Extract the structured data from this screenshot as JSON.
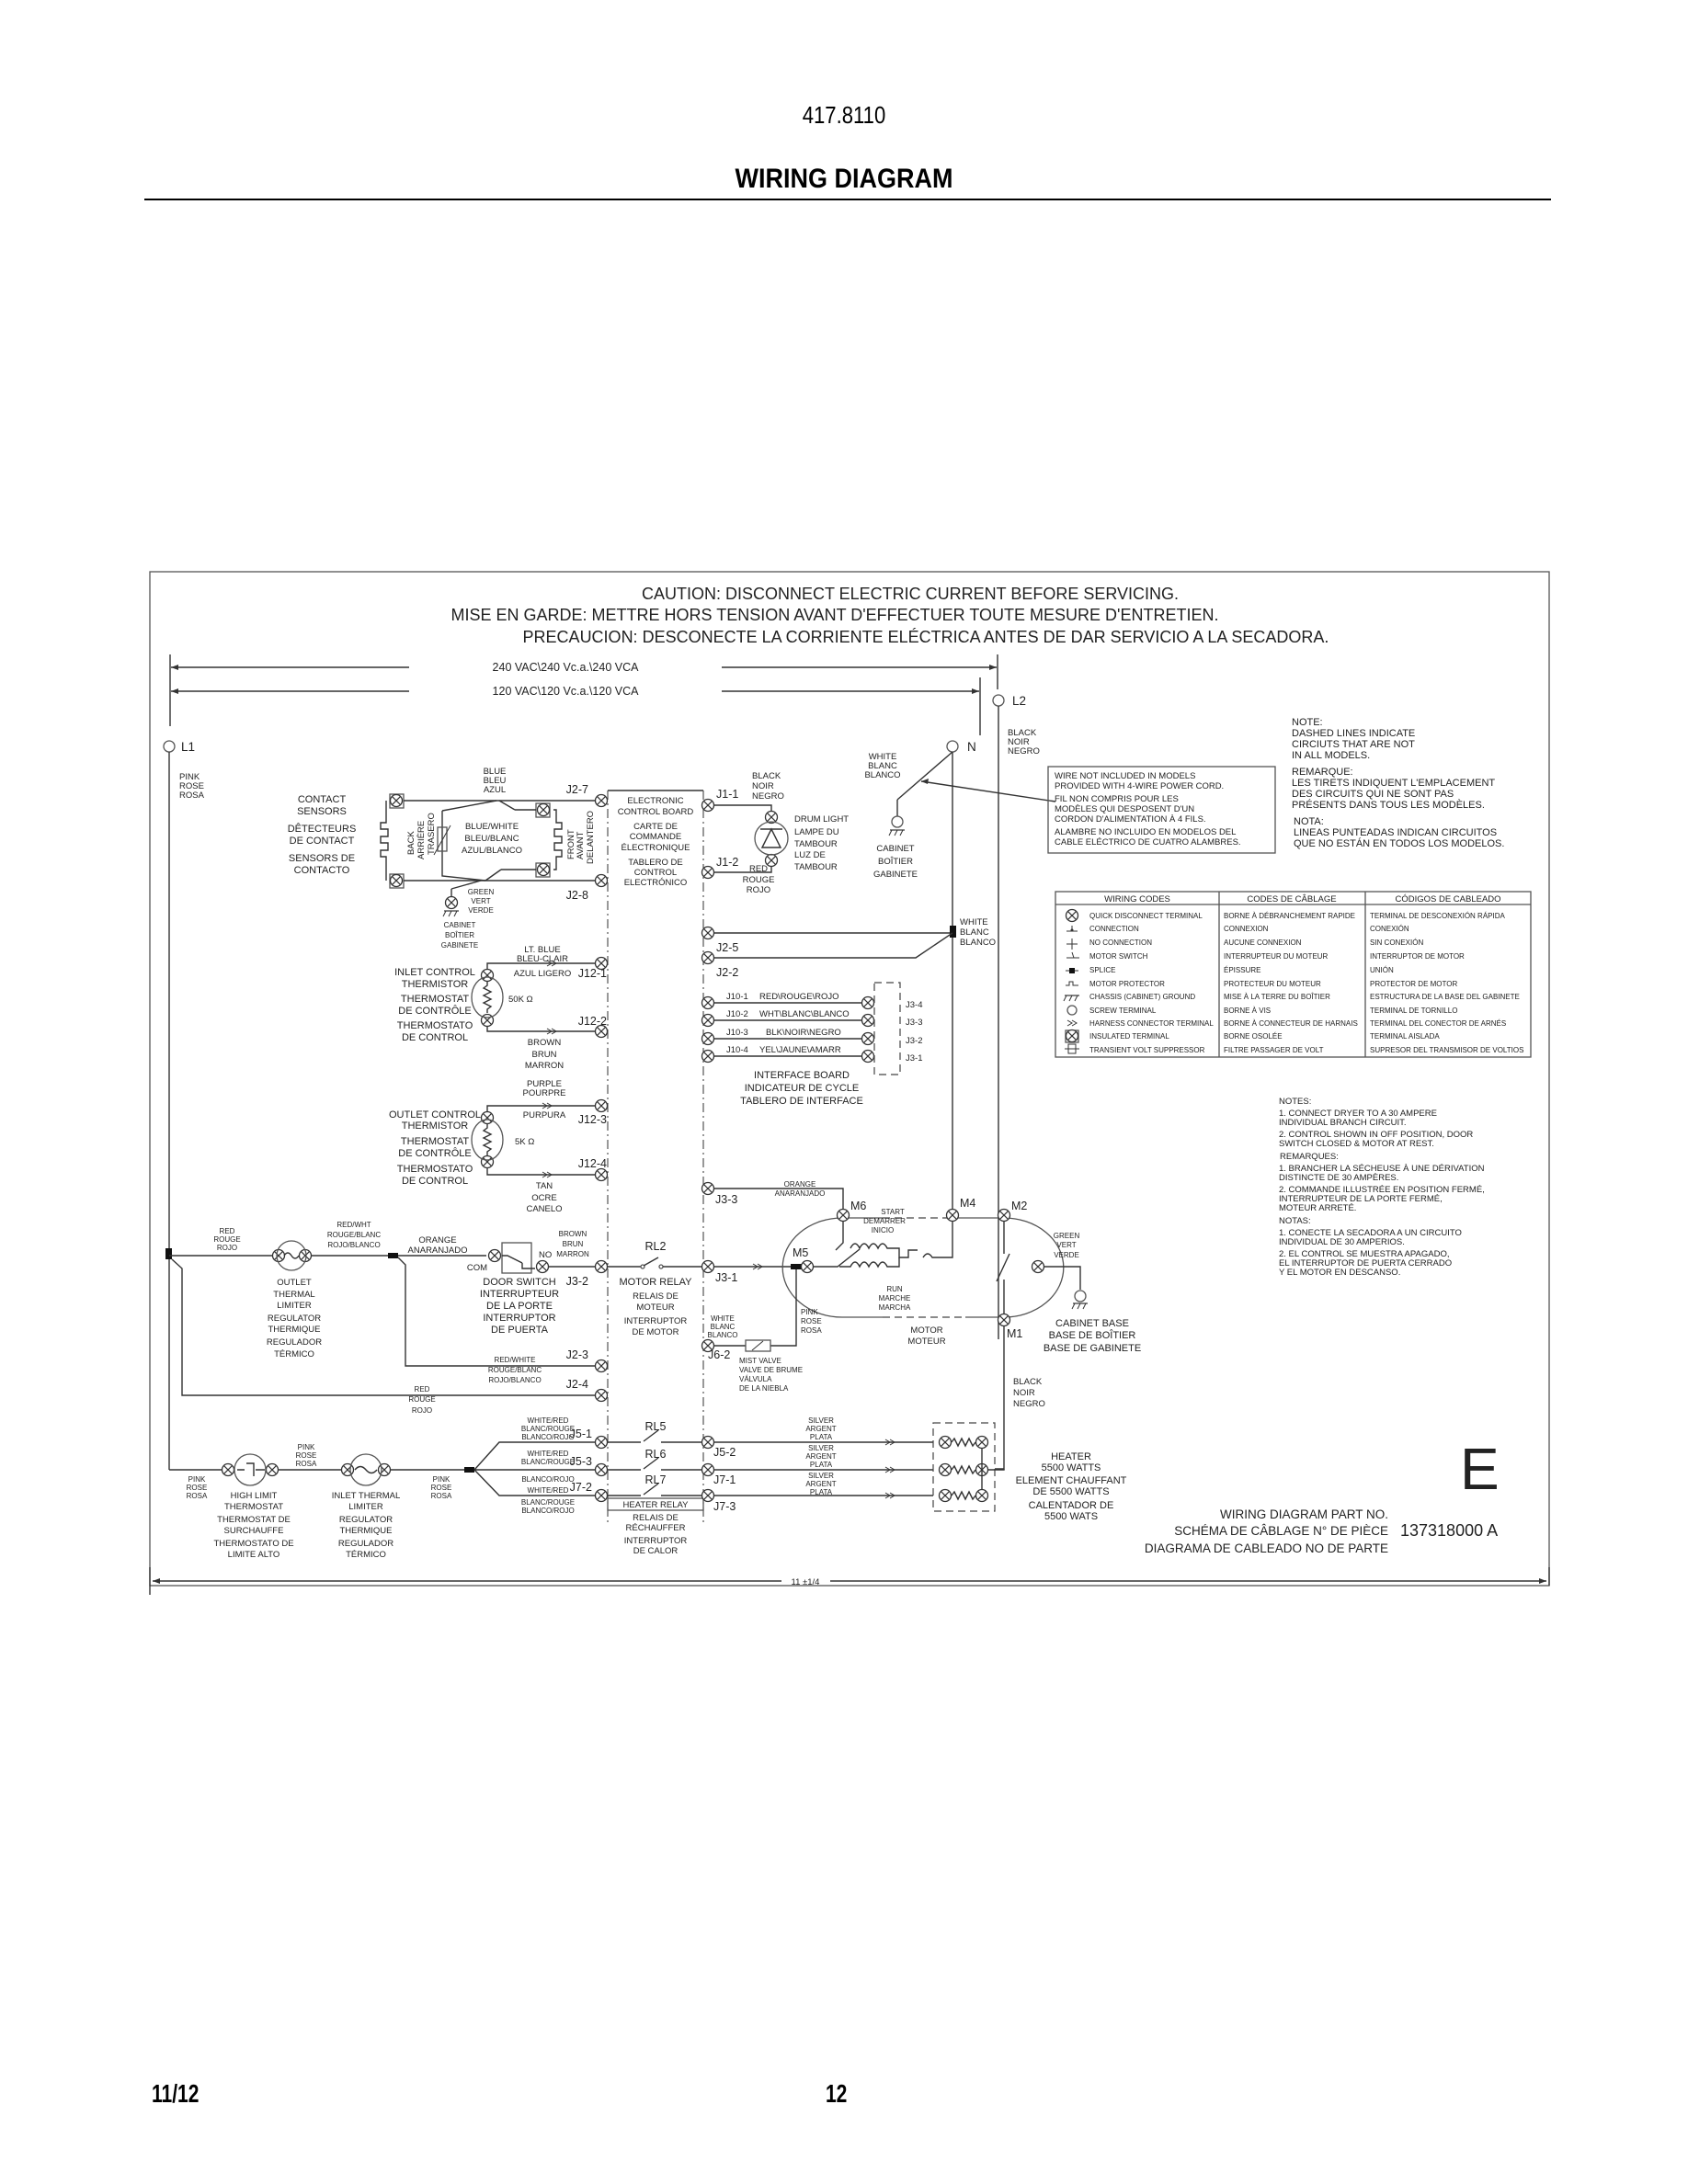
{
  "header": {
    "model_number": "417.8110",
    "title": "WIRING DIAGRAM"
  },
  "footer": {
    "date": "11/12",
    "page_number": "12"
  },
  "caution": {
    "en": "CAUTION:  DISCONNECT ELECTRIC CURRENT BEFORE SERVICING.",
    "fr": "MISE  EN  GARDE:  METTRE  HORS  TENSION  AVANT  D'EFFECTUER  TOUTE  MESURE  D'ENTRETIEN.",
    "es": "PRECAUCION:  DESCONECTE  LA  CORRIENTE  ELÉCTRICA  ANTES  DE  DAR  SERVICIO  A  LA  SECADORA."
  },
  "dimensions": {
    "v240": "240  VAC\\240  Vc.a.\\240  VCA",
    "v120": "120  VAC\\120  Vc.a.\\120  VCA",
    "width": "11  ±1/4"
  },
  "lines": {
    "l1": "L1",
    "l2": "L2",
    "n": "N",
    "l1_color": [
      "PINK",
      "ROSE",
      "ROSA"
    ],
    "l2_color": [
      "BLACK",
      "NOIR",
      "NEGRO"
    ],
    "n_color": [
      "WHITE",
      "BLANC",
      "BLANCO"
    ]
  },
  "contact_sensors": {
    "label": [
      "CONTACT",
      "SENSORS",
      "DÊTECTEURS",
      "DE  CONTACT",
      "SENSORS  DE",
      "CONTACTO"
    ],
    "back": [
      "BACK",
      "ARRIÈRE",
      "TRASERO"
    ],
    "front": [
      "FRONT",
      "AVANT",
      "DELANTERO"
    ],
    "blue": [
      "BLUE",
      "BLEU",
      "AZUL"
    ],
    "blue_white": [
      "BLUE/WHITE",
      "BLEU/BLANC",
      "AZUL/BLANCO"
    ],
    "green": [
      "GREEN",
      "VERT",
      "VERDE"
    ],
    "cabinet": [
      "CABINET",
      "BOÎTIER",
      "GABINETE"
    ],
    "j_top": "J2-7",
    "j_bottom": "J2-8"
  },
  "control_board": {
    "label": [
      "ELECTRONIC",
      "CONTROL  BOARD",
      "CARTE  DE",
      "COMMANDE",
      "ÉLECTRONIQUE",
      "TABLERO  DE",
      "CONTROL",
      "ELECTRÓNICO"
    ]
  },
  "drum_light": {
    "label": [
      "DRUM  LIGHT",
      "LAMPE  DU",
      "TAMBOUR",
      "LUZ  DE",
      "TAMBOUR"
    ],
    "top_wire": [
      "BLACK",
      "NOIR",
      "NEGRO"
    ],
    "bottom_wire": [
      "RED",
      "ROUGE",
      "ROJO"
    ],
    "j_top": "J1-1",
    "j_bottom": "J1-2"
  },
  "neutral_ground": {
    "cabinet": [
      "CABINET",
      "BOÎTIER",
      "GABINETE"
    ],
    "splice_color": [
      "WHITE",
      "BLANC",
      "BLANCO"
    ],
    "j25": "J2-5",
    "j22": "J2-2"
  },
  "wire_note_box": [
    "WIRE  NOT  INCLUDED  IN  MODELS",
    "PROVIDED  WITH  4-WIRE  POWER  CORD.",
    "FIL  NON  COMPRIS  POUR  LES",
    "MODÈLES  QUI  DESPOSENT  D'UN",
    "CORDON  D'ALIMENTATION  À  4  FILS.",
    "ALAMBRE  NO  INCLUIDO  EN  MODELOS  DEL",
    "CABLE  ELÉCTRICO  DE  CUATRO  ALAMBRES."
  ],
  "dashed_note": [
    "NOTE:",
    "DASHED  LINES  INDICATE",
    "CIRCIUTS  THAT  ARE  NOT",
    "IN  ALL  MODELS.",
    "REMARQUE:",
    "LES  TIRETS  INDIQUENT  L'EMPLACEMENT",
    "DES  CIRCUITS  QUI  NE  SONT  PAS",
    "PRÉSENTS  DANS  TOUS  LES  MODÈLES.",
    "NOTA:",
    "LINEAS  PUNTEADAS  INDICAN  CIRCUITOS",
    "QUE  NO  ESTÁN  EN  TODOS  LOS  MODELOS."
  ],
  "wiring_codes": {
    "headers": [
      "WIRING  CODES",
      "CODES  DE  CÂBLAGE",
      "CÓDIGOS  DE  CABLEADO"
    ],
    "rows": [
      {
        "icon": "quick-disconnect-terminal",
        "en": "QUICK  DISCONNECT  TERMINAL",
        "fr": "BORNE  À  DÉBRANCHEMENT  RAPIDE",
        "es": "TERMINAL  DE  DESCONEXIÓN  RÁPIDA"
      },
      {
        "icon": "connection",
        "en": "CONNECTION",
        "fr": "CONNEXION",
        "es": "CONEXIÓN"
      },
      {
        "icon": "no-connection",
        "en": "NO  CONNECTION",
        "fr": "AUCUNE  CONNEXION",
        "es": "SIN  CONEXIÓN"
      },
      {
        "icon": "motor-switch",
        "en": "MOTOR  SWITCH",
        "fr": "INTERRUPTEUR  DU  MOTEUR",
        "es": "INTERRUPTOR  DE  MOTOR"
      },
      {
        "icon": "splice",
        "en": "SPLICE",
        "fr": "ÉPISSURE",
        "es": "UNIÓN"
      },
      {
        "icon": "motor-protector",
        "en": "MOTOR  PROTECTOR",
        "fr": "PROTECTEUR  DU  MOTEUR",
        "es": "PROTECTOR  DE  MOTOR"
      },
      {
        "icon": "chassis-ground",
        "en": "CHASSIS  (CABINET)  GROUND",
        "fr": "MISE  À  LA  TERRE  DU  BOÎTIER",
        "es": "ESTRUCTURA  DE  LA  BASE  DEL  GABINETE"
      },
      {
        "icon": "screw-terminal",
        "en": "SCREW  TERMINAL",
        "fr": "BORNE  À  VIS",
        "es": "TERMINAL  DE  TORNILLO"
      },
      {
        "icon": "harness-connector",
        "en": "HARNESS  CONNECTOR  TERMINAL",
        "fr": "BORNE  À  CONNECTEUR  DE  HARNAIS",
        "es": "TERMINAL  DEL  CONECTOR  DE  ARNÉS"
      },
      {
        "icon": "insulated-terminal",
        "en": "INSULATED  TERMINAL",
        "fr": "BORNE  OSOLÉE",
        "es": "TERMINAL  AISLADA"
      },
      {
        "icon": "transient-volt-suppressor",
        "en": "TRANSIENT  VOLT  SUPPRESSOR",
        "fr": "FILTRE  PASSAGER  DE  VOLT",
        "es": "SUPRESOR  DEL  TRANSMISOR  DE  VOLTIOS"
      }
    ]
  },
  "inlet_thermistor": {
    "label": [
      "INLET  CONTROL",
      "THERMISTOR",
      "THERMOSTAT",
      "DE  CONTRÔLE",
      "THERMOSTATO",
      "DE  CONTROL"
    ],
    "value": "50K  Ω",
    "top_wire": [
      "LT.  BLUE",
      "BLEU-CLAIR",
      "AZUL  LIGERO"
    ],
    "bottom_wire": [
      "BROWN",
      "BRUN",
      "MARRON"
    ],
    "j_top": "J12-1",
    "j_bottom": "J12-2"
  },
  "outlet_thermistor": {
    "label": [
      "OUTLET  CONTROL",
      "THERMISTOR",
      "THERMOSTAT",
      "DE  CONTRÔLE",
      "THERMOSTATO",
      "DE  CONTROL"
    ],
    "value": "5K  Ω",
    "top_wire": [
      "PURPLE",
      "POURPRE",
      "PURPURA"
    ],
    "bottom_wire": [
      "TAN",
      "OCRE",
      "CANELO"
    ],
    "j_top": "J12-3",
    "j_bottom": "J12-4"
  },
  "interface_board": {
    "label": [
      "INTERFACE  BOARD",
      "INDICATEUR  DE  CYCLE",
      "TABLERO  DE  INTERFACE"
    ],
    "wires": [
      {
        "j10": "J10-1",
        "color": "RED\\ROUGE\\ROJO",
        "j3": "J3-4"
      },
      {
        "j10": "J10-2",
        "color": "WHT\\BLANC\\BLANCO",
        "j3": "J3-3"
      },
      {
        "j10": "J10-3",
        "color": "BLK\\NOIR\\NEGRO",
        "j3": "J3-2"
      },
      {
        "j10": "J10-4",
        "color": "YEL\\JAUNE\\AMARR",
        "j3": "J3-1"
      }
    ]
  },
  "outlet_thermal_limiter": {
    "label": [
      "OUTLET",
      "THERMAL",
      "LIMITER",
      "REGULATOR",
      "THERMIQUE",
      "REGULADOR",
      "TÉRMICO"
    ],
    "in_wire": [
      "RED",
      "ROUGE",
      "ROJO"
    ],
    "out_wire": [
      "RED/WHT",
      "ROUGE/BLANC",
      "ROJO/BLANCO"
    ]
  },
  "door_switch": {
    "label": [
      "DOOR  SWITCH",
      "INTERRUPTEUR",
      "DE  LA  PORTE",
      "INTERRUPTOR",
      "DE  PUERTA"
    ],
    "com": "COM",
    "no": "NO",
    "in_wire": [
      "ORANGE",
      "ANARANJADO"
    ],
    "out_wire": [
      "BROWN",
      "BRUN",
      "MARRON"
    ],
    "j": "J3-2"
  },
  "motor_relay": {
    "id": "RL2",
    "label": [
      "MOTOR  RELAY",
      "RELAIS  DE",
      "MOTEUR",
      "INTERRUPTOR",
      "DE  MOTOR"
    ],
    "j_out": "J3-1"
  },
  "j2_3": {
    "j": "J2-3",
    "wire": [
      "RED/WHITE",
      "ROUGE/BLANC",
      "ROJO/BLANCO"
    ]
  },
  "j2_4": {
    "j": "J2-4",
    "wire": [
      "RED",
      "ROUGE",
      "ROJO"
    ]
  },
  "motor": {
    "label": [
      "MOTOR",
      "MOTEUR"
    ],
    "start": [
      "START",
      "DEMARRER",
      "INICIO"
    ],
    "run": [
      "RUN",
      "MARCHE",
      "MARCHA"
    ],
    "terminals": [
      "M1",
      "M2",
      "M4",
      "M5",
      "M6"
    ],
    "j33": "J3-3",
    "j33_wire": [
      "ORANGE",
      "ANARANJADO"
    ],
    "m5_wire": [
      "PINK",
      "ROSE",
      "ROSA"
    ],
    "ground_wire": [
      "GREEN",
      "VERT",
      "VERDE"
    ],
    "cabinet_base": [
      "CABINET  BASE",
      "BASE  DE  BOÎTIER",
      "BASE  DE  GABINETE"
    ],
    "m1_wire": [
      "BLACK",
      "NOIR",
      "NEGRO"
    ]
  },
  "mist_valve": {
    "label": [
      "MIST  VALVE",
      "VALVE  DE  BRUME",
      "VÁLVULA",
      "DE  LA  NIEBLA"
    ],
    "wire": [
      "WHITE",
      "BLANC",
      "BLANCO"
    ],
    "j": "J6-2"
  },
  "heater_relays": {
    "rows": [
      {
        "j_in": "J5-1",
        "relay": "RL5",
        "j_out": "J5-2",
        "wire": [
          "WHITE/RED",
          "BLANC/ROUGE",
          "BLANCO/ROJO"
        ]
      },
      {
        "j_in": "J5-3",
        "relay": "RL6",
        "j_out": "J7-1",
        "wire": [
          "WHITE/RED",
          "BLANC/ROUGE",
          "BLANCO/ROJO"
        ]
      },
      {
        "j_in": "J7-2",
        "relay": "RL7",
        "j_out": "J7-3",
        "wire": [
          "WHITE/RED",
          "BLANC/ROUGE",
          "BLANCO/ROJO"
        ]
      }
    ],
    "label": [
      "HEATER  RELAY",
      "RELAIS  DE",
      "RÉCHAUFFER",
      "INTERRUPTOR",
      "DE  CALOR"
    ],
    "out_wire": [
      "SILVER",
      "ARGENT",
      "PLATA"
    ]
  },
  "high_limit_thermostat": {
    "label": [
      "HIGH  LIMIT",
      "THERMOSTAT",
      "THERMOSTAT  DE",
      "SURCHAUFFE",
      "THERMOSTATO  DE",
      "LIMITE  ALTO"
    ],
    "in_wire": [
      "PINK",
      "ROSE",
      "ROSA"
    ]
  },
  "inlet_thermal_limiter": {
    "label": [
      "INLET  THERMAL",
      "LIMITER",
      "REGULATOR",
      "THERMIQUE",
      "REGULADOR",
      "TÉRMICO"
    ],
    "in_wire": [
      "PINK",
      "ROSE",
      "ROSA"
    ],
    "out_wire": [
      "PINK",
      "ROSE",
      "ROSA"
    ]
  },
  "heater": {
    "label": [
      "HEATER",
      "5500  WATTS",
      "ELEMENT  CHAUFFANT",
      "DE  5500  WATTS",
      "CALENTADOR  DE",
      "5500  WATS"
    ]
  },
  "notes": [
    "NOTES:",
    "1.  CONNECT  DRYER  TO  A  30  AMPERE",
    "     INDIVIDUAL  BRANCH  CIRCUIT.",
    "2.  CONTROL  SHOWN  IN  OFF  POSITION,  DOOR",
    "     SWITCH  CLOSED  &  MOTOR  AT  REST.",
    "REMARQUES:",
    "1.  BRANCHER  LA  SÉCHEUSE  À  UNE  DÉRIVATION",
    "     DISTINCTE  DE  30  AMPÈRES.",
    "2.  COMMANDE  ILLUSTRÉE  EN  POSITION  FERMÉ,",
    "     INTERRUPTEUR  DE  LA  PORTE  FERMÉ,",
    "     MOTEUR  ARRETÉ.",
    "NOTAS:",
    "1.  CONECTE  LA  SECADORA  A  UN  CIRCUITO",
    "     INDIVIDUAL  DE  30  AMPERIOS.",
    "2.  EL  CONTROL  SE  MUESTRA  APAGADO,",
    "     EL  INTERRUPTOR  DE  PUERTA  CERRADO",
    "     Y  EL  MOTOR  EN  DESCANSO."
  ],
  "revision_letter": "E",
  "part_number": {
    "labels": [
      "WIRING  DIAGRAM  PART  NO.",
      "SCHÉMA  DE  CÂBLAGE  N°  DE  PIÈCE",
      "DIAGRAMA  DE  CABLEADO  NO  DE  PARTE"
    ],
    "value": "137318000  A"
  }
}
